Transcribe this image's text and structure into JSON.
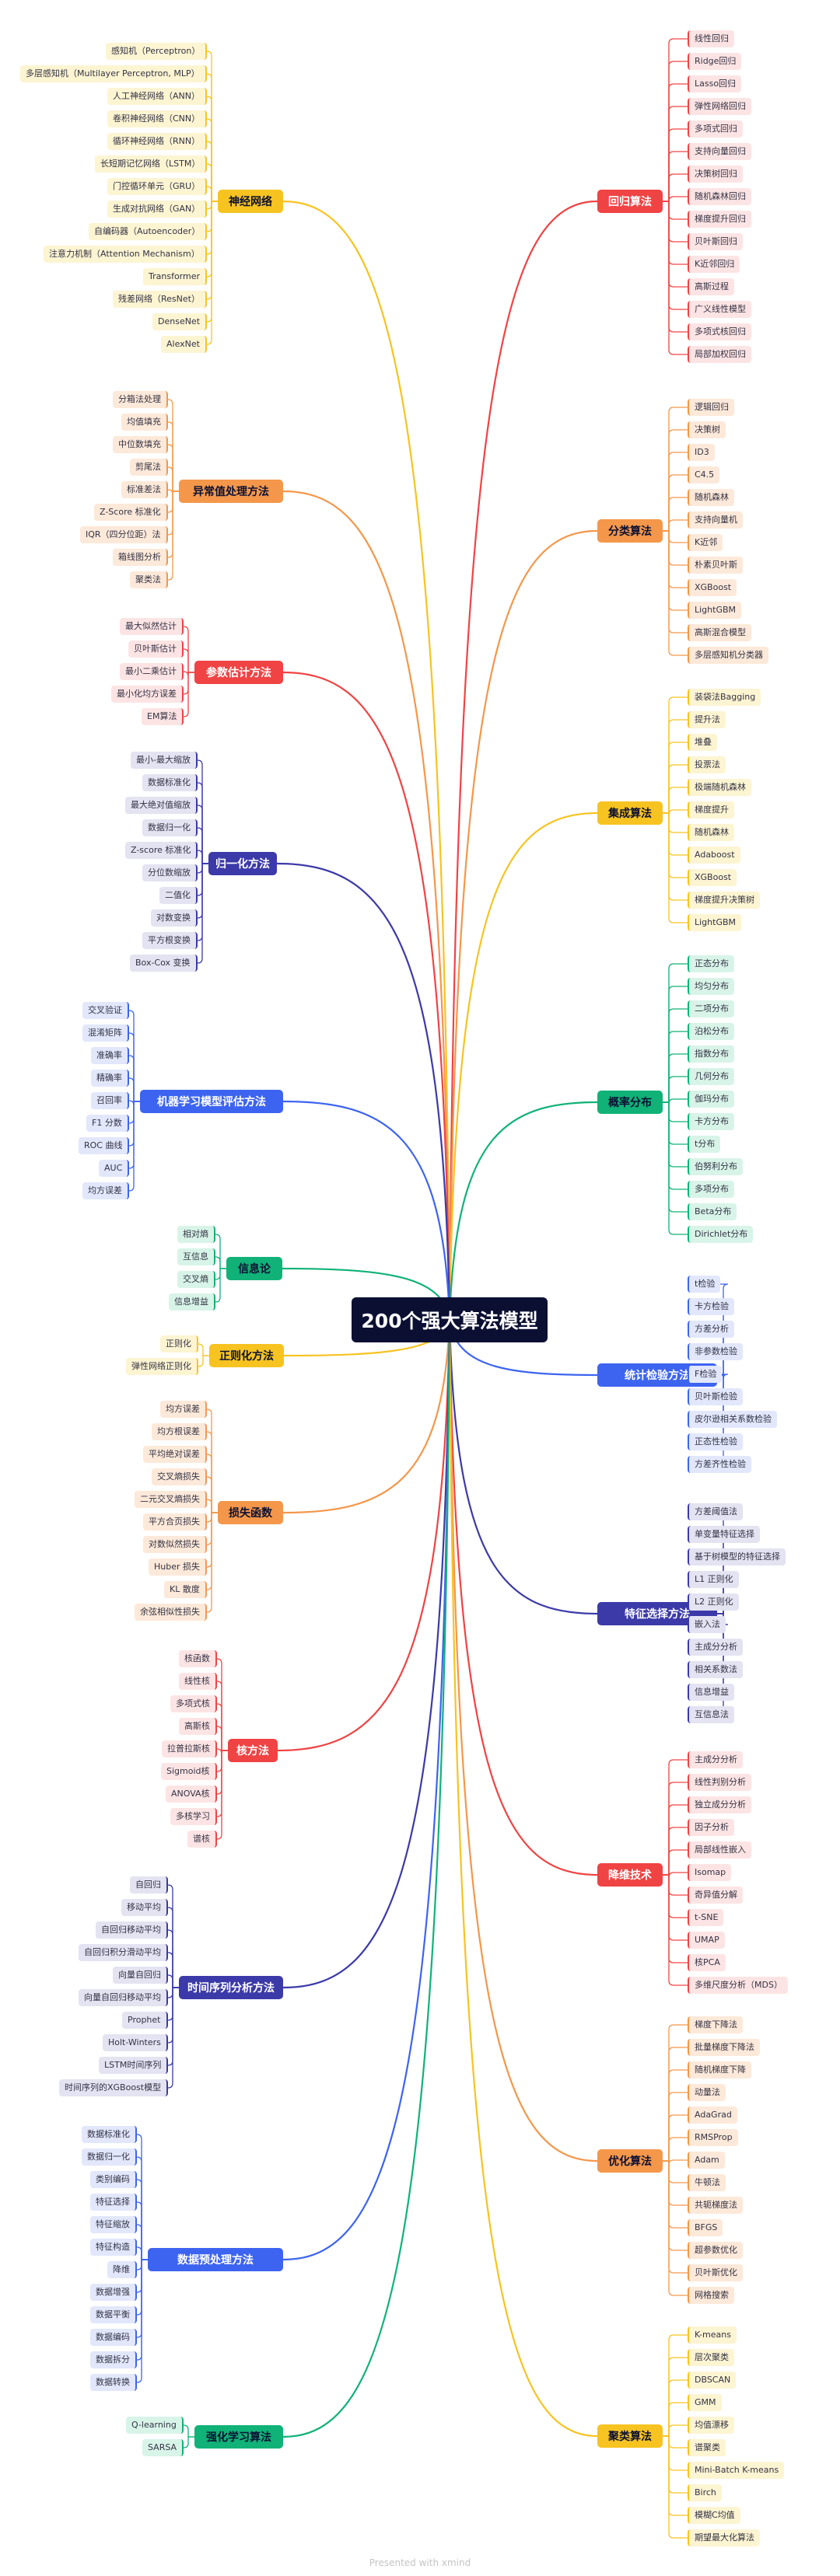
{
  "title": "200个强大算法模型",
  "footer": "Presented with xmind",
  "palettes": {
    "red": {
      "main": "#f04343",
      "fg": "#ffffff",
      "light": "#fde4e4",
      "border": "#f04343"
    },
    "orange": {
      "main": "#f4974a",
      "fg": "#0b1033",
      "light": "#fde9d9",
      "border": "#f4974a"
    },
    "yellow": {
      "main": "#f7c321",
      "fg": "#0b1033",
      "light": "#fdf4d2",
      "border": "#f7c321"
    },
    "green": {
      "main": "#10b277",
      "fg": "#0b1033",
      "light": "#d8f4e8",
      "border": "#10b277"
    },
    "blue": {
      "main": "#3d64f0",
      "fg": "#ffffff",
      "light": "#e2e7fb",
      "border": "#3d64f0"
    },
    "indigo": {
      "main": "#3c3aa8",
      "fg": "#ffffff",
      "light": "#e3e3f2",
      "border": "#3c3aa8"
    }
  },
  "right": [
    {
      "label": "回归算法",
      "color": "red",
      "items": [
        "线性回归",
        "Ridge回归",
        "Lasso回归",
        "弹性网络回归",
        "多项式回归",
        "支持向量回归",
        "决策树回归",
        "随机森林回归",
        "梯度提升回归",
        "贝叶斯回归",
        "K近邻回归",
        "高斯过程",
        "广义线性模型",
        "多项式核回归",
        "局部加权回归"
      ]
    },
    {
      "label": "分类算法",
      "color": "orange",
      "items": [
        "逻辑回归",
        "决策树",
        "ID3",
        "C4.5",
        "随机森林",
        "支持向量机",
        "K近邻",
        "朴素贝叶斯",
        "XGBoost",
        "LightGBM",
        "高斯混合模型",
        "多层感知机分类器"
      ]
    },
    {
      "label": "集成算法",
      "color": "yellow",
      "items": [
        "装袋法Bagging",
        "提升法",
        "堆叠",
        "投票法",
        "极端随机森林",
        "梯度提升",
        "随机森林",
        "Adaboost",
        "XGBoost",
        "梯度提升决策树",
        "LightGBM"
      ]
    },
    {
      "label": "概率分布",
      "color": "green",
      "items": [
        "正态分布",
        "均匀分布",
        "二项分布",
        "泊松分布",
        "指数分布",
        "几何分布",
        "伽玛分布",
        "卡方分布",
        "t分布",
        "伯努利分布",
        "多项分布",
        "Beta分布",
        "Dirichlet分布"
      ]
    },
    {
      "label": "统计检验方法",
      "color": "blue",
      "items": [
        "t检验",
        "卡方检验",
        "方差分析",
        "非参数检验",
        "F检验",
        "贝叶斯检验",
        "皮尔逊相关系数检验",
        "正态性检验",
        "方差齐性检验"
      ]
    },
    {
      "label": "特征选择方法",
      "color": "indigo",
      "items": [
        "方差阈值法",
        "单变量特征选择",
        "基于树模型的特征选择",
        "L1 正则化",
        "L2 正则化",
        "嵌入法",
        "主成分分析",
        "相关系数法",
        "信息增益",
        "互信息法"
      ]
    },
    {
      "label": "降维技术",
      "color": "red",
      "items": [
        "主成分分析",
        "线性判别分析",
        "独立成分分析",
        "因子分析",
        "局部线性嵌入",
        "Isomap",
        "奇异值分解",
        "t-SNE",
        "UMAP",
        "核PCA",
        "多维尺度分析（MDS）"
      ]
    },
    {
      "label": "优化算法",
      "color": "orange",
      "items": [
        "梯度下降法",
        "批量梯度下降法",
        "随机梯度下降",
        "动量法",
        "AdaGrad",
        "RMSProp",
        "Adam",
        "牛顿法",
        "共轭梯度法",
        "BFGS",
        "超参数优化",
        "贝叶斯优化",
        "网格搜索"
      ]
    },
    {
      "label": "聚类算法",
      "color": "yellow",
      "items": [
        "K-means",
        "层次聚类",
        "DBSCAN",
        "GMM",
        "均值漂移",
        "谱聚类",
        "Mini-Batch K-means",
        "Birch",
        "模糊C均值",
        "期望最大化算法"
      ]
    }
  ],
  "left": [
    {
      "label": "神经网络",
      "color": "yellow",
      "items": [
        "感知机（Perceptron）",
        "多层感知机（Multilayer Perceptron, MLP）",
        "人工神经网络（ANN）",
        "卷积神经网络（CNN）",
        "循环神经网络（RNN）",
        "长短期记忆网络（LSTM）",
        "门控循环单元（GRU）",
        "生成对抗网络（GAN）",
        "自编码器（Autoencoder）",
        "注意力机制（Attention Mechanism）",
        "Transformer",
        "残差网络（ResNet）",
        "DenseNet",
        "AlexNet"
      ]
    },
    {
      "label": "异常值处理方法",
      "color": "orange",
      "items": [
        "分箱法处理",
        "均值填充",
        "中位数填充",
        "剪尾法",
        "标准差法",
        "Z-Score 标准化",
        "IQR（四分位距）法",
        "箱线图分析",
        "聚类法"
      ]
    },
    {
      "label": "参数估计方法",
      "color": "red",
      "items": [
        "最大似然估计",
        "贝叶斯估计",
        "最小二乘估计",
        "最小化均方误差",
        "EM算法"
      ]
    },
    {
      "label": "归一化方法",
      "color": "indigo",
      "items": [
        "最小-最大缩放",
        "数据标准化",
        "最大绝对值缩放",
        "数据归一化",
        "Z-score 标准化",
        "分位数缩放",
        "二值化",
        "对数变换",
        "平方根变换",
        "Box-Cox 变换"
      ]
    },
    {
      "label": "机器学习模型评估方法",
      "color": "blue",
      "items": [
        "交叉验证",
        "混淆矩阵",
        "准确率",
        "精确率",
        "召回率",
        "F1 分数",
        "ROC 曲线",
        "AUC",
        "均方误差"
      ]
    },
    {
      "label": "信息论",
      "color": "green",
      "items": [
        "相对熵",
        "互信息",
        "交叉熵",
        "信息增益"
      ]
    },
    {
      "label": "正则化方法",
      "color": "yellow",
      "items": [
        "正则化",
        "弹性网络正则化"
      ]
    },
    {
      "label": "损失函数",
      "color": "orange",
      "items": [
        "均方误差",
        "均方根误差",
        "平均绝对误差",
        "交叉熵损失",
        "二元交叉熵损失",
        "平方合页损失",
        "对数似然损失",
        "Huber 损失",
        "KL 散度",
        "余弦相似性损失"
      ]
    },
    {
      "label": "核方法",
      "color": "red",
      "items": [
        "核函数",
        "线性核",
        "多项式核",
        "高斯核",
        "拉普拉斯核",
        "Sigmoid核",
        "ANOVA核",
        "多核学习",
        "谱核"
      ]
    },
    {
      "label": "时间序列分析方法",
      "color": "indigo",
      "items": [
        "自回归",
        "移动平均",
        "自回归移动平均",
        "自回归积分滑动平均",
        "向量自回归",
        "向量自回归移动平均",
        "Prophet",
        "Holt-Winters",
        "LSTM时间序列",
        "时间序列的XGBoost模型"
      ]
    },
    {
      "label": "数据预处理方法",
      "color": "blue",
      "items": [
        "数据标准化",
        "数据归一化",
        "类别编码",
        "特征选择",
        "特征缩放",
        "特征构造",
        "降维",
        "数据增强",
        "数据平衡",
        "数据编码",
        "数据拆分",
        "数据转换"
      ]
    },
    {
      "label": "强化学习算法",
      "color": "green",
      "items": [
        "Q-learning",
        "SARSA"
      ]
    }
  ]
}
